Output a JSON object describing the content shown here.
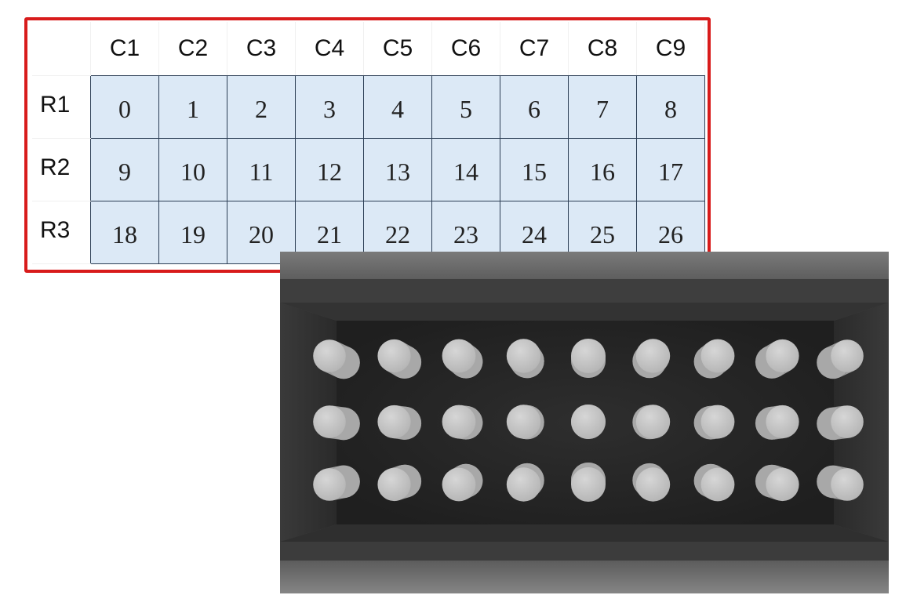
{
  "table": {
    "column_headers": [
      "C1",
      "C2",
      "C3",
      "C4",
      "C5",
      "C6",
      "C7",
      "C8",
      "C9"
    ],
    "row_headers": [
      "R1",
      "R2",
      "R3"
    ],
    "cells": [
      [
        "0",
        "1",
        "2",
        "3",
        "4",
        "5",
        "6",
        "7",
        "8"
      ],
      [
        "9",
        "10",
        "11",
        "12",
        "13",
        "14",
        "15",
        "16",
        "17"
      ],
      [
        "18",
        "19",
        "20",
        "21",
        "22",
        "23",
        "24",
        "25",
        "26"
      ]
    ]
  },
  "colors": {
    "frame_border": "#d81b1b",
    "cell_fill": "#dce9f6",
    "grid_line": "#2c3e55",
    "render_background": "#4a4a4a",
    "pin_color": "#c8c8c8"
  },
  "render": {
    "rows": 3,
    "columns": 9,
    "object": "cylinder"
  }
}
